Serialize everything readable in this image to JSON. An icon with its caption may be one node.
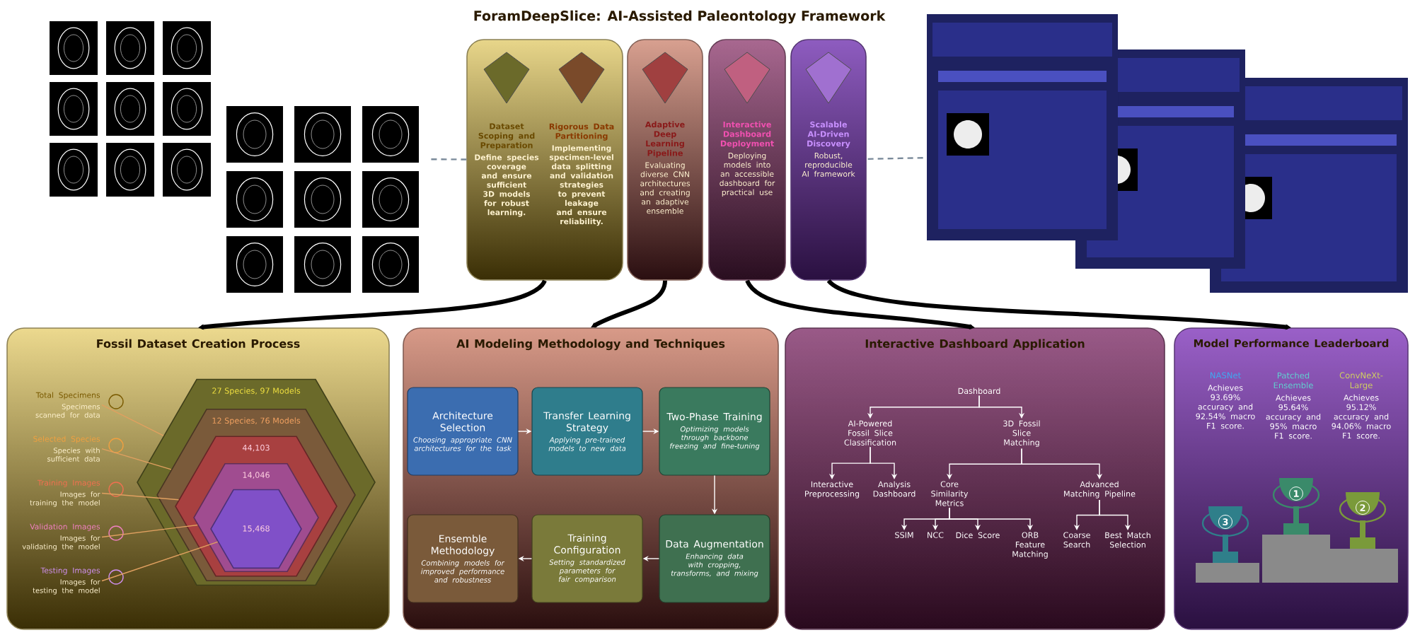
{
  "diagram": {
    "title": "ForamDeepSlice: AI-Assisted Paleontology Framework",
    "nodes": [
      {
        "text": [],
        "shape": "box"
      },
      {
        "text": [
          "Dataset Scoping and Preparation",
          "Define species coverage and ensure sufficient 3D models for robust learning."
        ],
        "in": 0
      },
      {
        "text": [
          "Rigorous Data Partitioning",
          "Implementing specimen-level data splitting and validation strategies to prevent leakage and ensure reliability."
        ],
        "in": 0
      },
      {
        "text": [
          "Adaptive Deep Learning Pipeline",
          "Evaluating diverse CNN architectures and creating an adaptive ensemble"
        ]
      },
      {
        "text": [
          "Interactive Dashboard Deployment",
          "Deploying models into an accessible dashboard for practical use"
        ]
      },
      {
        "text": [
          "Scalable AI-Driven Discovery",
          "Robust, reproducible AI framework"
        ]
      },
      {
        "text": [],
        "shape": "picture"
      },
      {
        "text": [],
        "shape": "picture"
      },
      {
        "text": [
          "Fossil Dataset Creation Process"
        ]
      },
      {
        "text": [
          "AI Modeling Methodology and Techniques"
        ]
      },
      {
        "text": [
          "Interactive Dashboard Application"
        ]
      },
      {
        "text": [
          "Model Performance Leaderboard"
        ]
      },
      {
        "text": [
          "27 Species, 97 Models"
        ],
        "in": 8
      },
      {
        "text": [
          "12 Species, 76 Models"
        ],
        "in": 12
      },
      {
        "text": [
          "44,103"
        ],
        "in": 13
      },
      {
        "text": [
          "14,046"
        ],
        "in": 14
      },
      {
        "text": [
          "15,468"
        ],
        "in": 15
      },
      {
        "text": [
          "Total Specimens",
          "Specimens scanned for data"
        ],
        "in": 8
      },
      {
        "text": [
          "Selected Species",
          "Species with sufficient data"
        ],
        "in": 8
      },
      {
        "text": [
          "Training Images",
          "Images for training the model"
        ],
        "in": 8
      },
      {
        "text": [
          "Validation Images",
          "Images for validating the model"
        ],
        "in": 8
      },
      {
        "text": [
          "Testing Images",
          "Images for testing the model"
        ],
        "in": 8
      },
      {
        "text": [
          "Architecture Selection",
          "Choosing appropriate CNN architectures for the task"
        ],
        "in": 9
      },
      {
        "text": [
          "Transfer Learning Strategy",
          "Applying pre-trained models to new data"
        ],
        "in": 9
      },
      {
        "text": [
          "Two-Phase Training",
          "Optimizing models through backbone freezing and fine-tuning"
        ],
        "in": 9
      },
      {
        "text": [
          "Data Augmentation",
          "Enhancing data with cropping, transforms, and mixing"
        ],
        "in": 9
      },
      {
        "text": [
          "Training Configuration",
          "Setting standardized parameters for fair comparison"
        ],
        "in": 9
      },
      {
        "text": [
          "Ensemble Methodology",
          "Combining models for improved performance and robustness"
        ],
        "in": 9
      },
      {
        "text": [
          "Dashboard"
        ],
        "in": 10
      },
      {
        "text": [
          "AI-Powered Fossil Slice Classification"
        ],
        "in": 10
      },
      {
        "text": [
          "3D Fossil Slice Matching"
        ],
        "in": 10
      },
      {
        "text": [
          "Interactive Preprocessing"
        ],
        "in": 10
      },
      {
        "text": [
          "Analysis Dashboard"
        ],
        "in": 10
      },
      {
        "text": [
          "Core Similarity Metrics"
        ],
        "in": 10
      },
      {
        "text": [
          "Advanced Matching Pipeline"
        ],
        "in": 10
      },
      {
        "text": [
          "SSIM"
        ],
        "in": 10
      },
      {
        "text": [
          "NCC"
        ],
        "in": 10
      },
      {
        "text": [
          "Dice Score"
        ],
        "in": 10
      },
      {
        "text": [
          "ORB Feature Matching"
        ],
        "in": 10
      },
      {
        "text": [
          "Coarse Search"
        ],
        "in": 10
      },
      {
        "text": [
          "Best Match Selection"
        ],
        "in": 10
      },
      {
        "text": [
          "NASNet",
          "Achieves 93.69% accuracy and 92.54% macro F1 score."
        ],
        "in": 11
      },
      {
        "text": [
          "Patched Ensemble",
          "Achieves 95.64% accuracy and 95% macro F1 score."
        ],
        "in": 11
      },
      {
        "text": [
          "ConvNeXt-Large",
          "Achieves 95.12% accuracy and 94.06% macro F1 score."
        ],
        "in": 11
      }
    ],
    "edges": [
      {
        "from": 6,
        "to": 0,
        "arrow": "none",
        "style": "dashed",
        "color": "#7a8a9a"
      },
      {
        "from": 7,
        "to": 5,
        "arrow": "none",
        "style": "dashed",
        "color": "#7a8a9a"
      },
      {
        "from": 0,
        "to": 8,
        "arrow": "to",
        "style": "thick",
        "color": "#000000"
      },
      {
        "from": 3,
        "to": 9,
        "arrow": "to",
        "style": "thick",
        "color": "#000000"
      },
      {
        "from": 4,
        "to": 10,
        "arrow": "to",
        "style": "thick",
        "color": "#000000"
      },
      {
        "from": 5,
        "to": 11,
        "arrow": "to",
        "style": "thick",
        "color": "#000000"
      },
      {
        "from": 17,
        "to": 12,
        "arrow": "none",
        "color": "#e0a060"
      },
      {
        "from": 18,
        "to": 13,
        "arrow": "none",
        "color": "#e0a060"
      },
      {
        "from": 19,
        "to": 14,
        "arrow": "none",
        "color": "#e0a060"
      },
      {
        "from": 20,
        "to": 15,
        "arrow": "none",
        "color": "#e0a060"
      },
      {
        "from": 21,
        "to": 16,
        "arrow": "none",
        "color": "#e0a060"
      },
      {
        "from": 22,
        "to": 23,
        "arrow": "to"
      },
      {
        "from": 23,
        "to": 24,
        "arrow": "to"
      },
      {
        "from": 24,
        "to": 25,
        "arrow": "to"
      },
      {
        "from": 25,
        "to": 26,
        "arrow": "to"
      },
      {
        "from": 26,
        "to": 27,
        "arrow": "to"
      },
      {
        "from": 28,
        "to": 29,
        "arrow": "to"
      },
      {
        "from": 28,
        "to": 30,
        "arrow": "to"
      },
      {
        "from": 29,
        "to": 31,
        "arrow": "to"
      },
      {
        "from": 29,
        "to": 32,
        "arrow": "to"
      },
      {
        "from": 30,
        "to": 33,
        "arrow": "to"
      },
      {
        "from": 30,
        "to": 34,
        "arrow": "to"
      },
      {
        "from": 33,
        "to": 35,
        "arrow": "to"
      },
      {
        "from": 33,
        "to": 36,
        "arrow": "to"
      },
      {
        "from": 33,
        "to": 37,
        "arrow": "to"
      },
      {
        "from": 33,
        "to": 38,
        "arrow": "to"
      },
      {
        "from": 34,
        "to": 39,
        "arrow": "to"
      },
      {
        "from": 34,
        "to": 40,
        "arrow": "to"
      }
    ],
    "labels": [
      "3",
      "1",
      "2"
    ]
  }
}
